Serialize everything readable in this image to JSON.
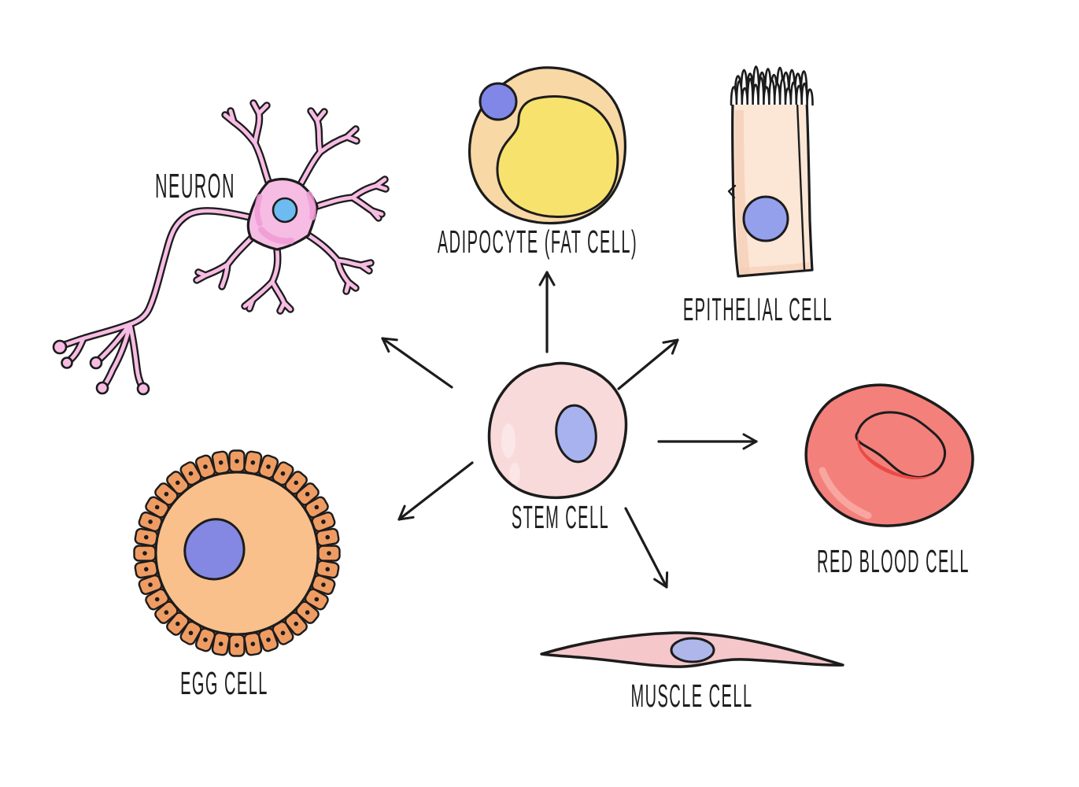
{
  "diagram": {
    "center_cell": "STEM CELL",
    "derived_cells": [
      "NEURON",
      "ADIPOCYTE (FAT CELL)",
      "EPITHELIAL CELL",
      "RED BLOOD CELL",
      "MUSCLE CELL",
      "EGG CELL"
    ]
  },
  "labels": {
    "neuron": "NEURON",
    "adipocyte": "ADIPOCYTE (FAT CELL)",
    "epithelial": "EPITHELIAL CELL",
    "stem": "STEM CELL",
    "red_blood": "RED BLOOD CELL",
    "egg": "EGG CELL",
    "muscle": "MUSCLE CELL"
  },
  "colors": {
    "background": "#ffffff",
    "outline": "#1c1c1c",
    "stem_body": "#f9dada",
    "stem_nucleus": "#a8b2ef",
    "neuron_body": "#f7bce4",
    "neuron_shade": "#ee9bd5",
    "neuron_nucleus": "#6dbbf0",
    "adipocyte_body": "#f8d8a5",
    "adipocyte_lipid": "#f8e26e",
    "adipocyte_nucleus": "#8187e6",
    "epithelial_body": "#fce6d6",
    "epithelial_shade": "#f5ccb4",
    "epithelial_nucleus": "#95a0ed",
    "rbc_body": "#f4807b",
    "rbc_shadow": "#ec4a45",
    "rbc_highlight": "#f8a8a2",
    "egg_ring": "#ef9c63",
    "egg_body": "#f9c08c",
    "egg_nucleus": "#8488e2",
    "muscle_body": "#f5c6ca",
    "muscle_nucleus": "#aeb6ea"
  }
}
